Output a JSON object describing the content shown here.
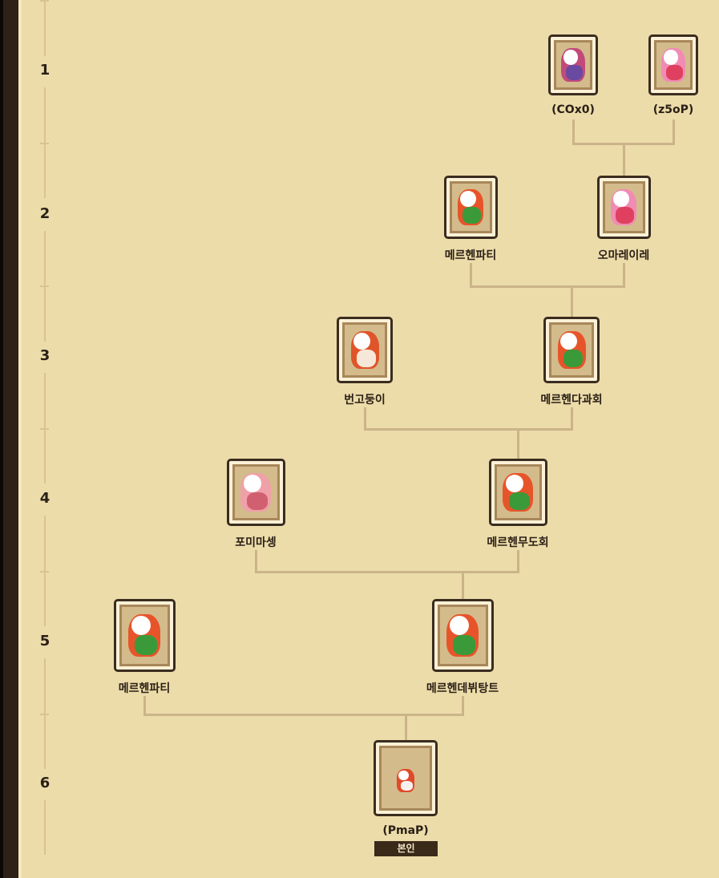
{
  "generations": [
    "1",
    "2",
    "3",
    "4",
    "5",
    "6"
  ],
  "nodes": [
    {
      "name": "(COx0)",
      "sprite": "purple-pink-character"
    },
    {
      "name": "(z5oP)",
      "sprite": "pink-haired-character"
    },
    {
      "name": "메르헨파티",
      "sprite": "flower-fox"
    },
    {
      "name": "오마레이레",
      "sprite": "pink-haired-character"
    },
    {
      "name": "번고둥이",
      "sprite": "red-fox"
    },
    {
      "name": "메르헨다과회",
      "sprite": "flower-fox"
    },
    {
      "name": "포미마셍",
      "sprite": "pink-fox"
    },
    {
      "name": "메르헨무도회",
      "sprite": "flower-fox"
    },
    {
      "name": "메르헨파티",
      "sprite": "flower-fox"
    },
    {
      "name": "메르헨데뷔탕트",
      "sprite": "flower-fox"
    },
    {
      "name": "(PmaP)",
      "sprite": "flower-egg"
    }
  ],
  "self_badge": "본인",
  "colors": {
    "background": "#ecdcaa",
    "connector": "#cbb489",
    "text": "#2b2016"
  }
}
